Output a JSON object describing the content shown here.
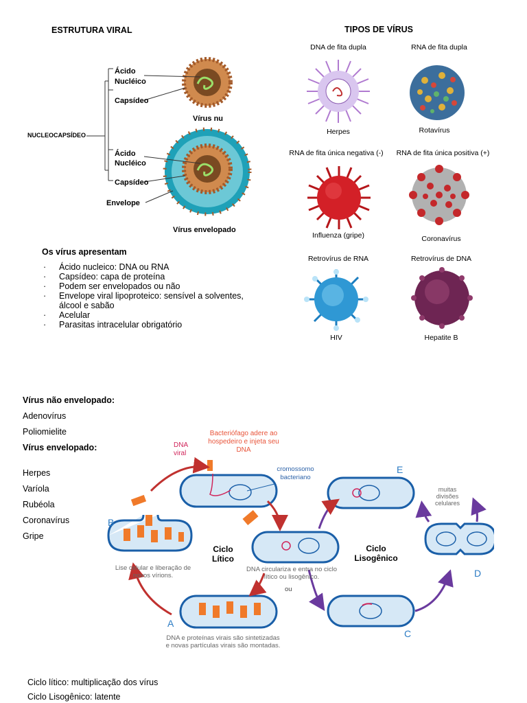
{
  "structure": {
    "title": "ESTRUTURA VIRAL",
    "nucleocapsid": "NUCLEOCAPSÍDEO",
    "acido1": "Ácido",
    "nucleico1": "Nucléico",
    "capsideo1": "Capsídeo",
    "virus_nu": "Vírus nu",
    "acido2": "Ácido",
    "nucleico2": "Nucléico",
    "capsideo2": "Capsídeo",
    "envelope": "Envelope",
    "virus_envelopado": "Vírus envelopado"
  },
  "types": {
    "title": "TIPOS DE VÍRUS",
    "items": [
      {
        "header": "DNA de fita dupla",
        "caption": "Herpes"
      },
      {
        "header": "RNA de fita dupla",
        "caption": "Rotavírus"
      },
      {
        "header": "RNA de fita única negativa (-)",
        "caption": "Influenza (gripe)"
      },
      {
        "header": "RNA de fita única positiva (+)",
        "caption": "Coronavírus"
      },
      {
        "header": "Retrovírus de RNA",
        "caption": "HIV"
      },
      {
        "header": "Retrovírus de DNA",
        "caption": "Hepatite B"
      }
    ]
  },
  "features": {
    "title": "Os vírus apresentam",
    "items": [
      "Ácido nucleico: DNA ou RNA",
      "Capsídeo: capa de proteína",
      "Podem ser envelopados ou não",
      "Envelope viral lipoproteico: sensível a solventes, álcool e sabão",
      "Acelular",
      "Parasitas intracelular obrigatório"
    ]
  },
  "lists": {
    "non_env_title": "Vírus não envelopado:",
    "non_env": [
      "Adenovírus",
      "Poliomielite"
    ],
    "env_title": "Vírus envelopado:",
    "env": [
      "Herpes",
      "Varíola",
      "Rubéola",
      "Coronavírus",
      "Gripe"
    ]
  },
  "cycle": {
    "dna_viral": "DNA viral",
    "bacteriophage": "Bacteriófago adere ao hospedeiro e injeta seu DNA",
    "chromosome": "cromossomo bacteriano",
    "litico": "Ciclo Lítico",
    "lisogenico": "Ciclo Lisogênico",
    "lise": "Lise celular e liberação de novos vírions.",
    "circulariza": "DNA circulariza e entra no ciclo lítico ou lisogênico.",
    "ou": "ou",
    "sintese": "DNA e proteínas virais são sintetizadas e novas partículas virais são montadas.",
    "muitas": "muitas divisões celulares",
    "letters": [
      "A",
      "B",
      "C",
      "D",
      "E"
    ]
  },
  "footer": {
    "litico": "Ciclo lítico: multiplicação dos vírus",
    "lisogenico": "Ciclo Lisogênico: latente"
  },
  "colors": {
    "cell_fill": "#d6e8f6",
    "cell_stroke": "#1a5fa8",
    "phage": "#f07a2a",
    "arrow_red": "#c0312f",
    "arrow_purple": "#6a3a9e",
    "letter_blue": "#2c7cc4"
  }
}
